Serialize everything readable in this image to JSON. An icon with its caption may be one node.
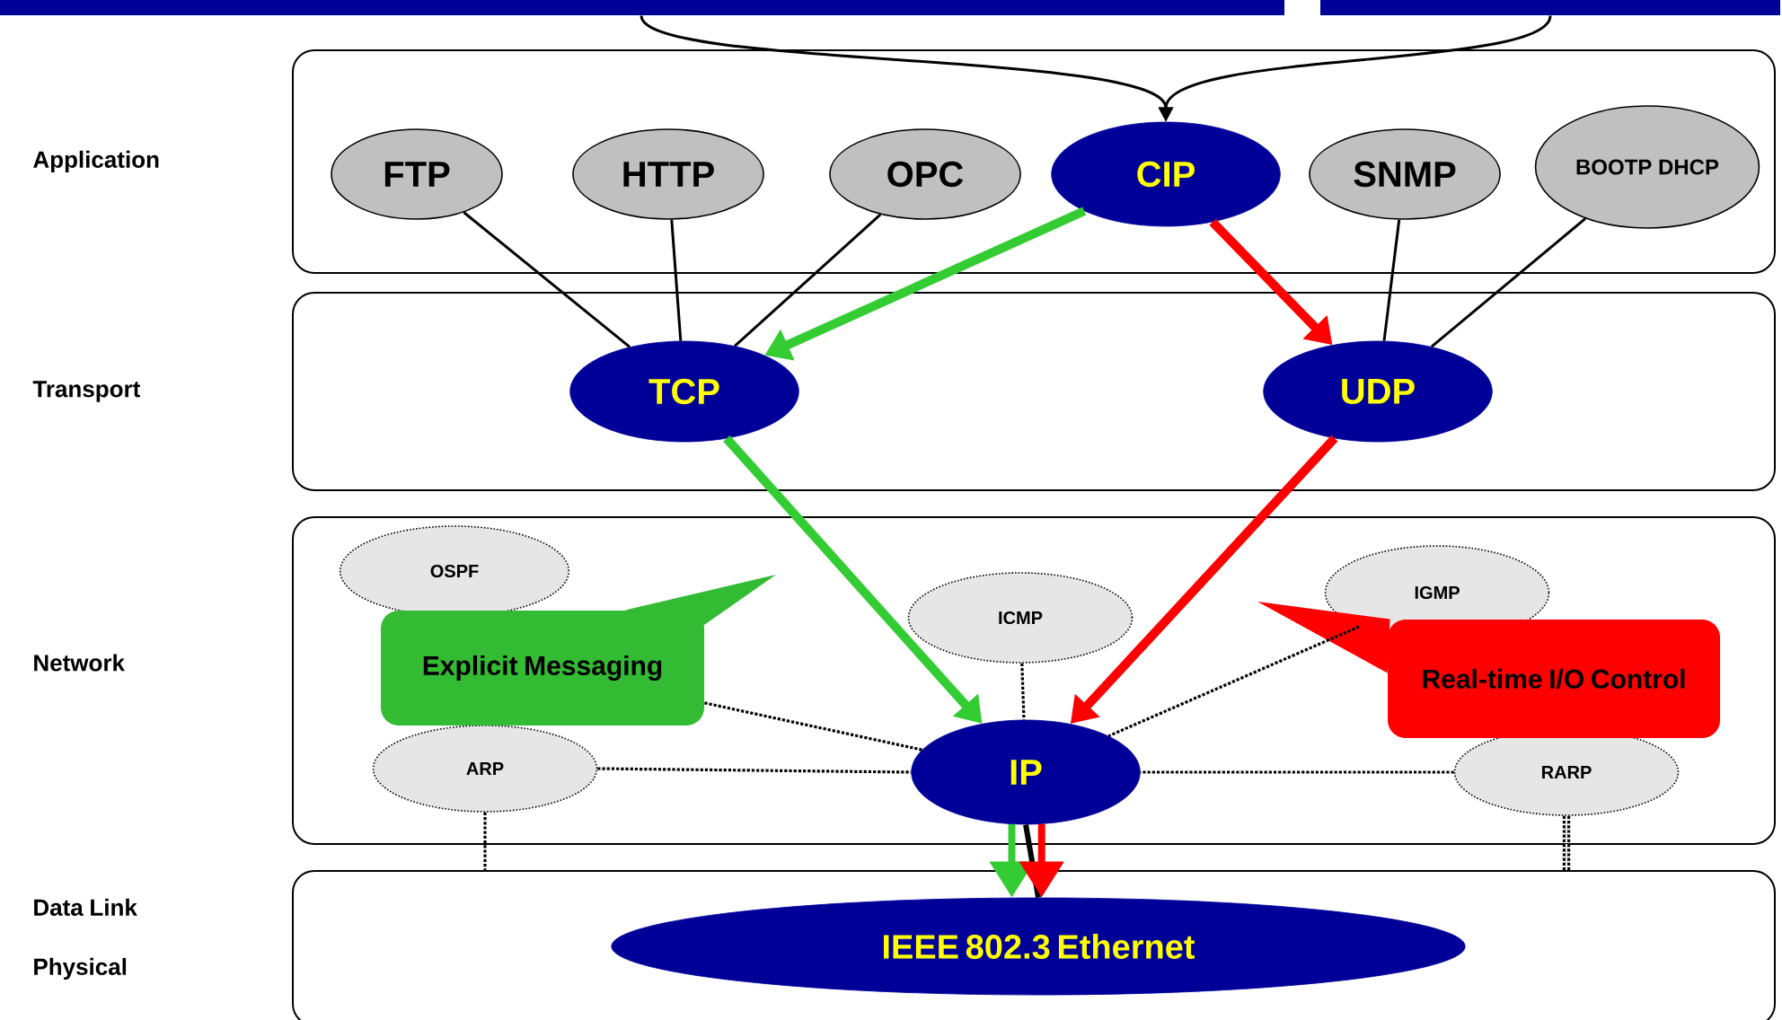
{
  "diagram": {
    "nodes": [
      {
        "text": [],
        "shape": "box"
      },
      {
        "text": [
          "FTP"
        ],
        "in": 0
      },
      {
        "text": [
          "HTTP"
        ],
        "in": 0
      },
      {
        "text": [
          "OPC"
        ],
        "in": 0
      },
      {
        "text": [
          "CIP"
        ],
        "in": 0
      },
      {
        "text": [
          "SNMP"
        ],
        "in": 0
      },
      {
        "text": [
          "BOOTP DHCP"
        ],
        "in": 0
      },
      {
        "text": [],
        "shape": "box"
      },
      {
        "text": [
          "TCP"
        ],
        "in": 7
      },
      {
        "text": [
          "UDP"
        ],
        "in": 7
      },
      {
        "text": [],
        "shape": "box"
      },
      {
        "text": [
          "OSPF"
        ],
        "in": 10
      },
      {
        "text": [
          "ICMP"
        ],
        "in": 10
      },
      {
        "text": [
          "IGMP"
        ],
        "in": 10
      },
      {
        "text": [
          "ARP"
        ],
        "in": 10
      },
      {
        "text": [
          "RARP"
        ],
        "in": 10
      },
      {
        "text": [
          "IP"
        ],
        "in": 10
      },
      {
        "text": [
          "Explicit Messaging"
        ],
        "in": 10
      },
      {
        "text": [
          "Real-time I/O Control"
        ],
        "in": 10
      },
      {
        "text": [],
        "shape": "box"
      },
      {
        "text": [
          "IEEE 802.3 Ethernet"
        ],
        "in": 19
      },
      {
        "text": [],
        "shape": "bar"
      },
      {
        "text": [],
        "shape": "bar"
      }
    ],
    "edges": [
      {
        "from": 21,
        "to": 4,
        "arrow": "to"
      },
      {
        "from": 22,
        "to": 4,
        "arrow": "to"
      },
      {
        "from": 1,
        "to": 8,
        "arrow": "none"
      },
      {
        "from": 2,
        "to": 8,
        "arrow": "none"
      },
      {
        "from": 3,
        "to": 8,
        "arrow": "none"
      },
      {
        "from": 5,
        "to": 9,
        "arrow": "none"
      },
      {
        "from": 6,
        "to": 9,
        "arrow": "none"
      },
      {
        "from": 4,
        "to": 8,
        "arrow": "to",
        "style": "thick",
        "color": "#33cc33"
      },
      {
        "from": 4,
        "to": 9,
        "arrow": "to",
        "style": "thick",
        "color": "#ff0000"
      },
      {
        "from": 8,
        "to": 16,
        "arrow": "to",
        "style": "thick",
        "color": "#33cc33"
      },
      {
        "from": 9,
        "to": 16,
        "arrow": "to",
        "style": "thick",
        "color": "#ff0000"
      },
      {
        "from": 17,
        "to": 16,
        "arrow": "none",
        "style": "dashed"
      },
      {
        "from": 12,
        "to": 16,
        "arrow": "none",
        "style": "dashed"
      },
      {
        "from": 13,
        "to": 16,
        "arrow": "none",
        "style": "dashed"
      },
      {
        "from": 14,
        "to": 16,
        "arrow": "none",
        "style": "dashed"
      },
      {
        "from": 15,
        "to": 16,
        "arrow": "none",
        "style": "dashed"
      },
      {
        "from": 14,
        "to": 19,
        "arrow": "none",
        "style": "dashed"
      },
      {
        "from": 15,
        "to": 19,
        "arrow": "none",
        "style": "dashed"
      },
      {
        "from": 16,
        "to": 20,
        "arrow": "to",
        "style": "thick",
        "color": "#33cc33"
      },
      {
        "from": 16,
        "to": 20,
        "arrow": "none"
      },
      {
        "from": 16,
        "to": 20,
        "arrow": "to",
        "style": "thick",
        "color": "#ff0000"
      }
    ],
    "labels": [
      "Application",
      "Transport",
      "Network",
      "Data Link Physical"
    ]
  }
}
